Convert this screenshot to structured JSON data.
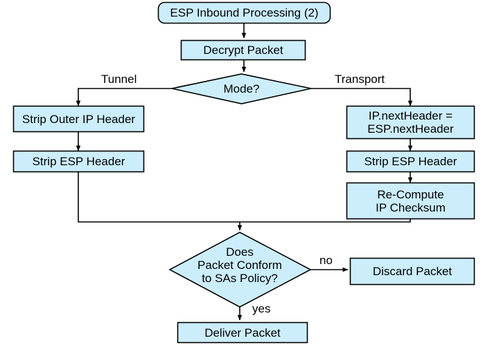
{
  "diagram": {
    "title": "ESP Inbound Processing (2)",
    "colors": {
      "node_fill": "#cceefc",
      "node_stroke": "#000000",
      "edge_stroke": "#000000",
      "text": "#000000",
      "background": "#ffffff"
    },
    "nodes": [
      {
        "id": "start",
        "shape": "rounded-rectangle",
        "label": "ESP Inbound Processing (2)"
      },
      {
        "id": "decrypt",
        "shape": "rectangle",
        "label": "Decrypt Packet"
      },
      {
        "id": "mode",
        "shape": "diamond",
        "label": "Mode?"
      },
      {
        "id": "strip-outer-ip",
        "shape": "rectangle",
        "label": "Strip Outer IP Header"
      },
      {
        "id": "strip-esp-tunnel",
        "shape": "rectangle",
        "label": "Strip ESP Header"
      },
      {
        "id": "next-header",
        "shape": "rectangle",
        "label": "IP.nextHeader =\nESP.nextHeader"
      },
      {
        "id": "strip-esp-transport",
        "shape": "rectangle",
        "label": "Strip ESP Header"
      },
      {
        "id": "recompute",
        "shape": "rectangle",
        "label": "Re-Compute\nIP Checksum"
      },
      {
        "id": "conform",
        "shape": "diamond",
        "label": "Does\nPacket Conform\nto SAs Policy?"
      },
      {
        "id": "discard",
        "shape": "rectangle",
        "label": "Discard Packet"
      },
      {
        "id": "deliver",
        "shape": "rectangle",
        "label": "Deliver Packet"
      }
    ],
    "edge_labels": [
      {
        "id": "tunnel",
        "label": "Tunnel",
        "from": "mode",
        "to": "strip-outer-ip"
      },
      {
        "id": "transport",
        "label": "Transport",
        "from": "mode",
        "to": "next-header"
      },
      {
        "id": "no",
        "label": "no",
        "from": "conform",
        "to": "discard"
      },
      {
        "id": "yes",
        "label": "yes",
        "from": "conform",
        "to": "deliver"
      }
    ]
  }
}
